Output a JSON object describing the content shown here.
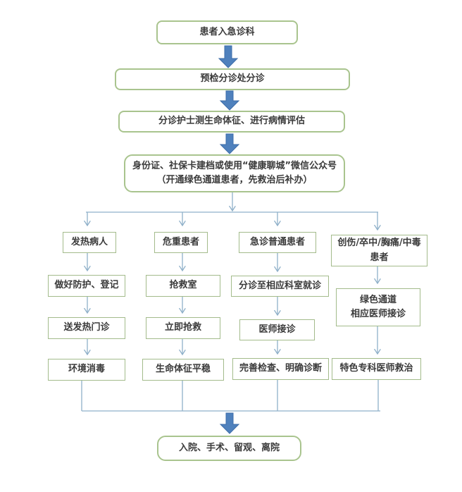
{
  "colors": {
    "box_border": "#a3bb8b",
    "big_box_border": "#a9c48e",
    "thick_arrow_fill": "#4f81bd",
    "thick_arrow_stroke": "#3d6da9",
    "thin_line": "#8fb0c9",
    "text": "#3a3a3a",
    "background": "#ffffff"
  },
  "flow": {
    "node1": "患者入急诊科",
    "node2": "预检分诊处分诊",
    "node3": "分诊护士测生命体征、进行病情评估",
    "node4_line1": "身份证、社保卡建档或使用“健康聊城”微信公众号",
    "node4_line2": "（开通绿色通道患者，先救治后补办）",
    "branches": [
      {
        "header_lines": [
          "发热病人"
        ],
        "steps": [
          [
            "做好防护、登记"
          ],
          [
            "送发热门诊"
          ],
          [
            "环境消毒"
          ]
        ]
      },
      {
        "header_lines": [
          "危重患者"
        ],
        "steps": [
          [
            "抢救室"
          ],
          [
            "立即抢救"
          ],
          [
            "生命体征平稳"
          ]
        ]
      },
      {
        "header_lines": [
          "急诊普通患者"
        ],
        "steps": [
          [
            "分诊至相应科室就诊"
          ],
          [
            "医师接诊"
          ],
          [
            "完善检查、明确诊断"
          ]
        ]
      },
      {
        "header_lines": [
          "创伤/卒中/胸痛/中毒",
          "患者"
        ],
        "steps": [
          [
            "绿色通道",
            "相应医师接诊"
          ],
          [
            "特色专科医师救治"
          ]
        ]
      }
    ],
    "end_node": "入院、手术、留观、离院"
  }
}
